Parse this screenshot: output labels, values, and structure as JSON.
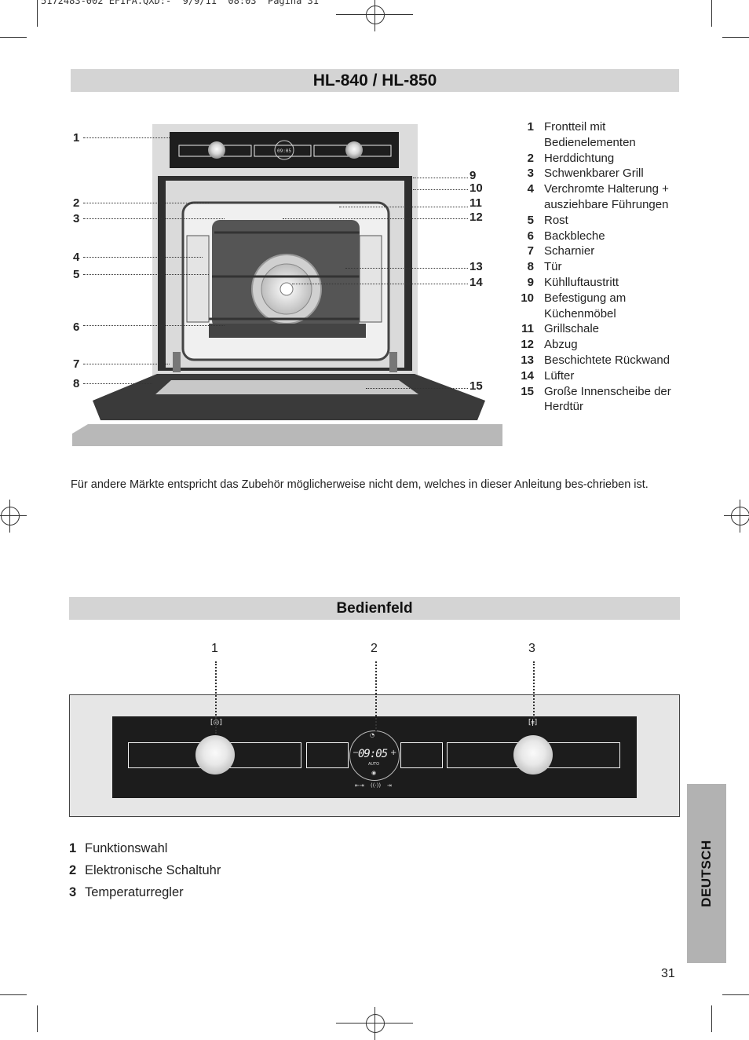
{
  "print_slug": "5172483-002 EFIFA.QXD:-  9/9/11  08:03  Pagina 31",
  "header": {
    "title": "HL-840 / HL-850"
  },
  "oven_figure": {
    "callouts": [
      "1",
      "2",
      "3",
      "4",
      "5",
      "6",
      "7",
      "8",
      "9",
      "10",
      "11",
      "12",
      "13",
      "14",
      "15"
    ],
    "clock": "09:05"
  },
  "legend": [
    {
      "num": "1",
      "text": "Frontteil mit Bedienelementen"
    },
    {
      "num": "2",
      "text": "Herddichtung"
    },
    {
      "num": "3",
      "text": "Schwenkbarer Grill"
    },
    {
      "num": "4",
      "text": "Verchromte Halterung + ausziehbare Führungen"
    },
    {
      "num": "5",
      "text": "Rost"
    },
    {
      "num": "6",
      "text": "Backbleche"
    },
    {
      "num": "7",
      "text": "Scharnier"
    },
    {
      "num": "8",
      "text": "Tür"
    },
    {
      "num": "9",
      "text": "Kühlluftaustritt"
    },
    {
      "num": "10",
      "text": "Befestigung am Küchenmöbel"
    },
    {
      "num": "11",
      "text": "Grillschale"
    },
    {
      "num": "12",
      "text": "Abzug"
    },
    {
      "num": "13",
      "text": "Beschichtete Rückwand"
    },
    {
      "num": "14",
      "text": "Lüfter"
    },
    {
      "num": "15",
      "text": "Große Innenscheibe der Herdtür"
    }
  ],
  "note": "Für andere Märkte entspricht das Zubehör möglicherweise nicht dem, welches in dieser Anleitung bes-chrieben ist.",
  "panel_section": {
    "title": "Bedienfeld",
    "callouts": [
      "1",
      "2",
      "3"
    ],
    "display_time": "09:05",
    "display_mode": "AUTO",
    "items": [
      {
        "num": "1",
        "text": "Funktionswahl"
      },
      {
        "num": "2",
        "text": "Elektronische Schaltuhr"
      },
      {
        "num": "3",
        "text": "Temperaturregler"
      }
    ]
  },
  "side_tab": "DEUTSCH",
  "page_number": "31"
}
